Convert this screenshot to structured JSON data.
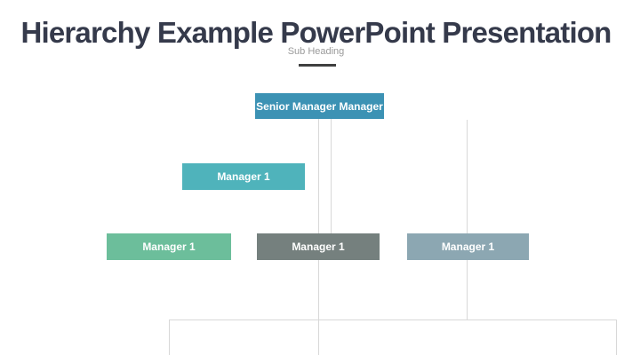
{
  "slide": {
    "title": "Hierarchy Example PowerPoint Presentation",
    "subtitle": "Sub Heading"
  },
  "org_chart": {
    "type": "hierarchy",
    "root": {
      "label": "Senior Manager Manager",
      "color": "#3C92B4"
    },
    "level2": [
      {
        "label": "Manager 1",
        "color": "#4FB3BB"
      }
    ],
    "level3": [
      {
        "label": "Manager 1",
        "color": "#6CBE9B"
      },
      {
        "label": "Manager 1",
        "color": "#75807E"
      },
      {
        "label": "Manager 1",
        "color": "#8CA7B2"
      }
    ],
    "connector_color": "#D8D8D8"
  },
  "colors": {
    "background": "#FFFFFF",
    "title_text": "#353A4B",
    "subtitle_text": "#9A9A9A",
    "subtitle_underline": "#3F4040",
    "node_text": "#FFFFFF"
  }
}
